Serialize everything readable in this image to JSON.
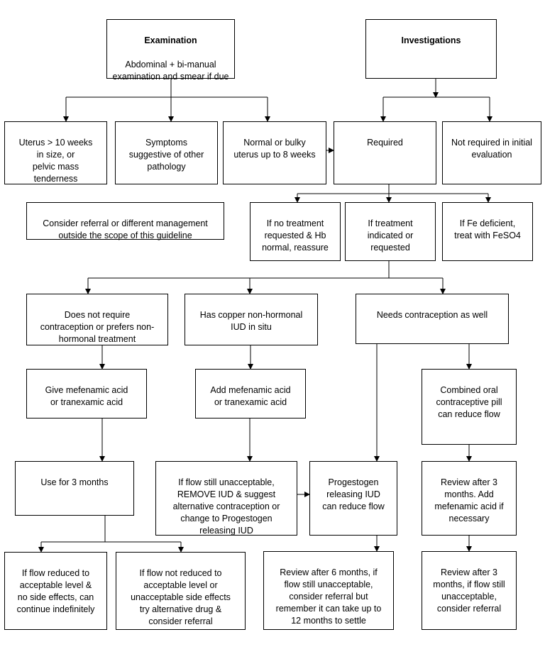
{
  "boxes": {
    "examination": {
      "title": "Examination",
      "text": "Abdominal + bi-manual examination and smear if due"
    },
    "investigations": {
      "title": "Investigations",
      "text": ""
    },
    "uterus_10_weeks": {
      "text": "Uterus > 10 weeks\nin size, or\npelvic mass\ntenderness"
    },
    "symptoms_pathology": {
      "text": "Symptoms\nsuggestive of other\npathology"
    },
    "normal_bulky": {
      "text": "Normal or bulky\nuterus up to 8 weeks"
    },
    "required": {
      "text": "Required"
    },
    "not_required": {
      "text": "Not required in initial\nevaluation"
    },
    "consider_referral": {
      "text": "Consider referral or different management\noutside the scope of this guideline"
    },
    "no_treatment": {
      "text": "If no treatment\nrequested & Hb\nnormal, reassure"
    },
    "treatment_indicated": {
      "text": "If treatment\nindicated or\nrequested"
    },
    "fe_deficient": {
      "text": "If Fe deficient,\ntreat with FeSO4"
    },
    "no_contraception": {
      "text": "Does not require\ncontraception or prefers non-\nhormonal treatment"
    },
    "copper_iud": {
      "text": "Has copper non-hormonal\nIUD in situ"
    },
    "needs_contraception": {
      "text": "Needs contraception as well"
    },
    "give_mefenamic": {
      "text": "Give mefenamic acid\nor tranexamic acid"
    },
    "add_mefenamic": {
      "text": "Add mefenamic acid\nor tranexamic acid"
    },
    "combined_pill": {
      "text": "Combined oral\ncontraceptive pill\ncan reduce flow"
    },
    "use_3_months": {
      "text": "Use for 3 months"
    },
    "remove_iud": {
      "text": "If flow still unacceptable,\nREMOVE IUD & suggest\nalternative contraception or\nchange to Progestogen\nreleasing IUD"
    },
    "progestogen_iud": {
      "text": "Progestogen\nreleasing IUD\ncan reduce flow"
    },
    "review_3_add": {
      "text": "Review after 3\nmonths. Add\nmefenamic acid if\nnecessary"
    },
    "flow_reduced": {
      "text": "If flow reduced to\nacceptable level &\nno side effects, can\ncontinue indefinitely"
    },
    "flow_not_reduced": {
      "text": "If flow not reduced to\nacceptable level or\nunacceptable side effects\ntry alternative drug &\nconsider referral"
    },
    "review_6_months": {
      "text": "Review after 6 months, if\nflow still unacceptable,\nconsider referral but\nremember it can take up to\n12 months to settle"
    },
    "review_3_referral": {
      "text": "Review after 3\nmonths, if flow still\nunacceptable,\nconsider referral"
    }
  }
}
